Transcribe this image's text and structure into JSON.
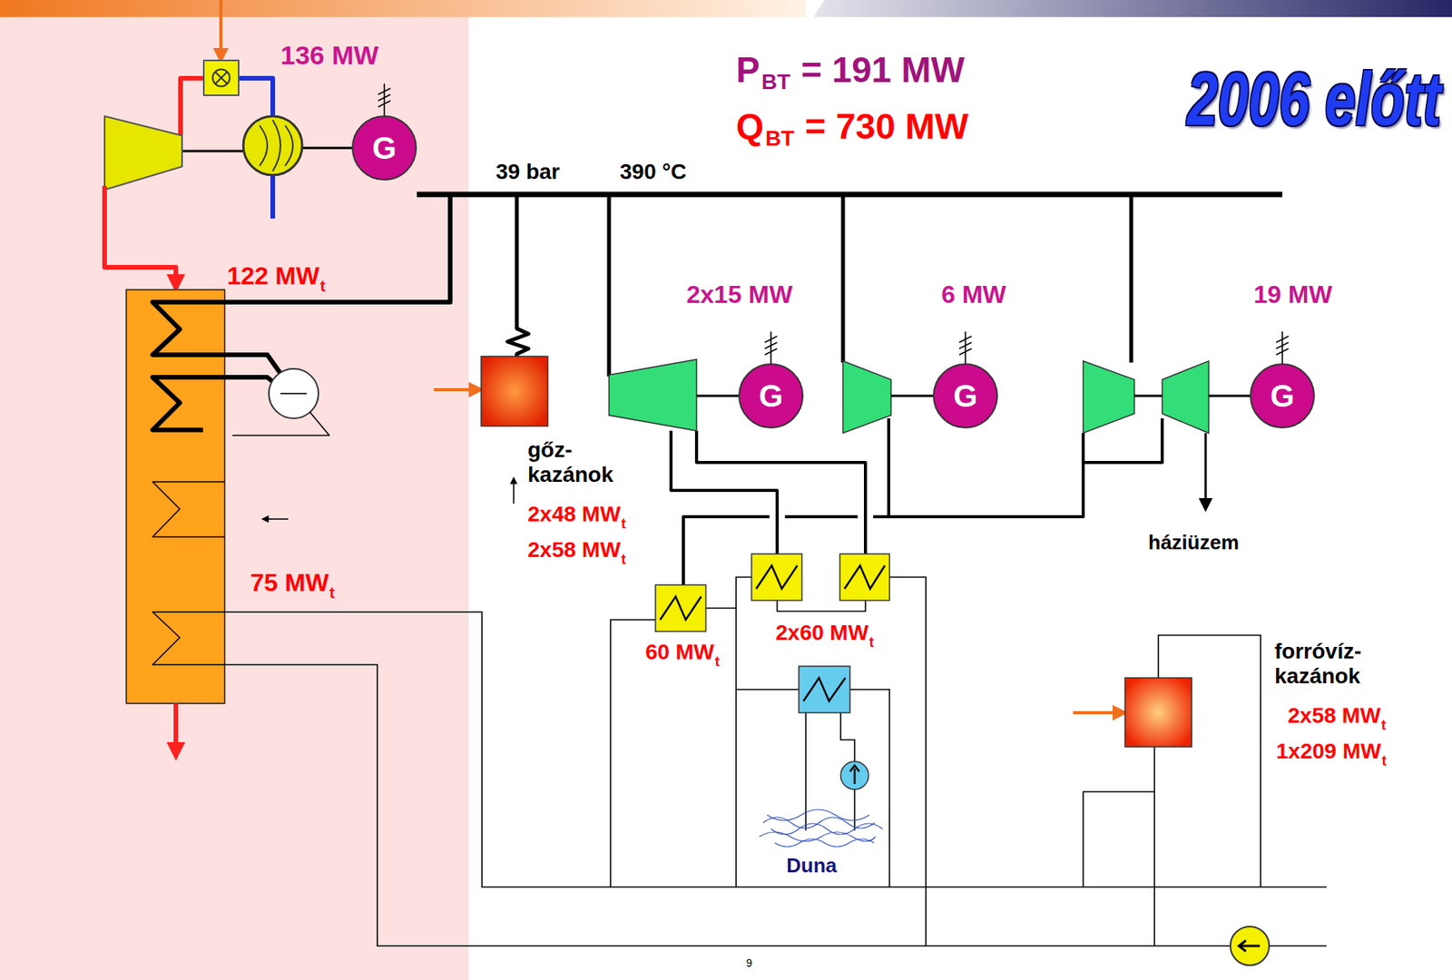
{
  "diagram": {
    "title": "2006 előtt",
    "nodes": [
      {
        "text": [
          "G"
        ]
      },
      {
        "text": [
          "G"
        ]
      },
      {
        "text": [
          "G"
        ]
      },
      {
        "text": [
          "G"
        ]
      }
    ],
    "labels": [
      "136 MW",
      "P",
      "BT",
      "= 191 MW",
      "Q",
      "BT",
      "= 730 MW",
      "39 bar",
      "390 °C",
      "122 MW",
      "t",
      "2x15 MW",
      "6 MW",
      "19 MW",
      "gőz- kazánok",
      "2x48 MW",
      "t",
      "2x58 MW",
      "t",
      "75 MW",
      "t",
      "háziüzem",
      "60 MW",
      "t",
      "2x60 MW",
      "t",
      "forróvíz- kazánok",
      "2x58 MW",
      "t",
      "1x209 MW",
      "t",
      "Duna",
      "9"
    ]
  }
}
